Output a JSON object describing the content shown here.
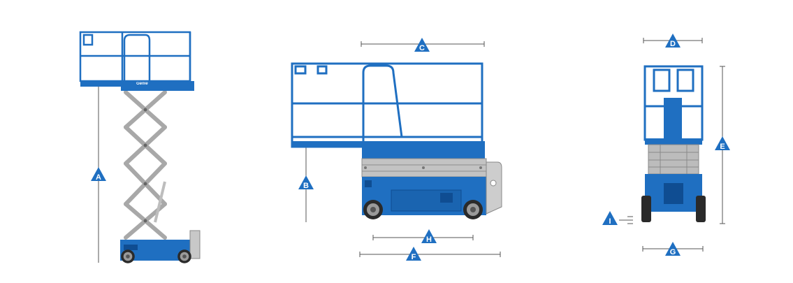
{
  "labels": {
    "A": "A",
    "B": "B",
    "C": "C",
    "D": "D",
    "E": "E",
    "F": "F",
    "G": "G",
    "H": "H",
    "I": "I"
  },
  "brand": "Genie",
  "colors": {
    "blue": "#1f6fc1",
    "blue_dark": "#0f4d92",
    "grey": "#b7b7b7",
    "grey_dark": "#7a7a7a",
    "line": "#555555"
  }
}
